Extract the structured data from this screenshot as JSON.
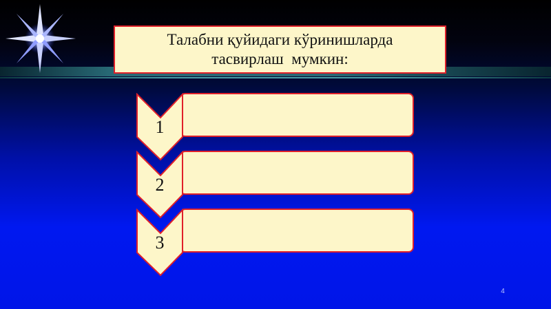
{
  "slide": {
    "title_lines": [
      "Талабни қуйидаги кўринишларда",
      "тасвирлаш  мумкин:"
    ],
    "items": [
      {
        "number": "1",
        "text": ""
      },
      {
        "number": "2",
        "text": ""
      },
      {
        "number": "3",
        "text": ""
      }
    ],
    "page_number": "4"
  },
  "colors": {
    "title_fill": "#fdf6c9",
    "item_fill": "#fdf6c9",
    "border": "#e0202a",
    "page_number": "#b8c4ff"
  },
  "icons": {
    "star": "four-point-star-sparkle-icon"
  }
}
